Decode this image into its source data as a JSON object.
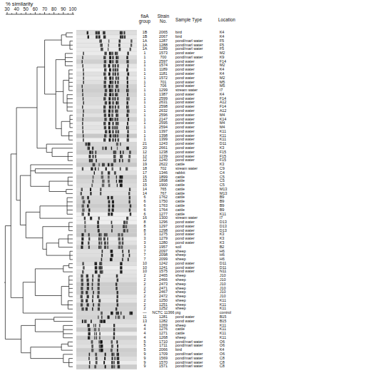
{
  "diagram": {
    "labels": [
      "% similarity",
      "30",
      "40",
      "50",
      "60",
      "70",
      "80",
      "90",
      "100",
      "flaA group",
      "Strain No.",
      "Sample Type",
      "Location",
      "1B",
      "2065",
      "bird",
      "K4",
      "1B",
      "2067",
      "bird",
      "K4",
      "1A",
      "1287",
      "pond/marl water",
      "F5",
      "1A",
      "1288",
      "pond/marl water",
      "F5",
      "1A",
      "1289",
      "pond/marl water",
      "F5",
      "1",
      "1573",
      "pond water",
      "M2",
      "1",
      "700",
      "pond/marl water",
      "K9",
      "1",
      "2597",
      "pond water",
      "F14",
      "1",
      "1574",
      "pond water",
      "M2",
      "1",
      "1189",
      "pond water",
      "K4",
      "1",
      "1181",
      "pond water",
      "K4",
      "1",
      "1572",
      "pond water",
      "M2",
      "1",
      "701",
      "pond water",
      "M5",
      "1",
      "706",
      "pond water",
      "M5",
      "1",
      "1299",
      "stream water",
      "I7",
      "1",
      "1387",
      "pond water",
      "K4",
      "1",
      "2599",
      "pond water",
      "F14",
      "1",
      "2631",
      "pond water",
      "A12",
      "1",
      "2598",
      "pond water",
      "F14",
      "1",
      "2632",
      "pond water",
      "A12",
      "1",
      "2596",
      "pond water",
      "M4",
      "1",
      "2147",
      "pond water",
      "K14",
      "1",
      "2595",
      "pond water",
      "M4",
      "1",
      "2594",
      "pond water",
      "M4",
      "1",
      "1397",
      "pond water",
      "K11",
      "1",
      "1398",
      "pond water",
      "K11",
      "1",
      "1399",
      "pond water",
      "K11",
      "21",
      "1243",
      "pond water",
      "D11",
      "20",
      "2661",
      "pond water",
      "K3",
      "12",
      "1238",
      "pond water",
      "F15",
      "12",
      "1239",
      "pond water",
      "F15",
      "12",
      "1240",
      "pond water",
      "F15",
      "19",
      "2622",
      "cattle",
      "K3",
      "18",
      "702",
      "stream water",
      "C9",
      "17",
      "1346",
      "rabbit",
      "C4",
      "15",
      "1899",
      "cattle",
      "C5",
      "15",
      "1898",
      "cattle",
      "C5",
      "15",
      "1900",
      "cattle",
      "C5",
      "14",
      "765",
      "cattle",
      "M13",
      "14",
      "767",
      "cattle",
      "M13",
      "6",
      "1762",
      "cattle",
      "B9",
      "6",
      "1750",
      "cattle",
      "B9",
      "6",
      "1763",
      "cattle",
      "B9",
      "6",
      "1764",
      "cattle",
      "B9",
      "6",
      "1277",
      "cattle",
      "K11",
      "16",
      "1300",
      "stream water",
      "I7",
      "8",
      "1296",
      "pond water",
      "D13",
      "8",
      "1297",
      "pond water",
      "D13",
      "8",
      "1298",
      "pond water",
      "D13",
      "3",
      "1275",
      "pond water",
      "K3",
      "3",
      "1279",
      "pond water",
      "K3",
      "3",
      "1280",
      "pond water",
      "K3",
      "3",
      "1957",
      "soil",
      "B2",
      "7",
      "2097",
      "sheep",
      "H6",
      "7",
      "2098",
      "sheep",
      "H6",
      "7",
      "2099",
      "sheep",
      "H6",
      "10",
      "1242",
      "pond water",
      "D11",
      "10",
      "1241",
      "pond water",
      "D11",
      "10",
      "1575",
      "pond water",
      "N11",
      "2",
      "2465",
      "sheep",
      "J10",
      "2",
      "2466",
      "sheep",
      "J10",
      "2",
      "2473",
      "sheep",
      "J10",
      "2",
      "2471",
      "sheep",
      "J10",
      "2",
      "2467",
      "sheep",
      "J10",
      "2",
      "2472",
      "sheep",
      "J10",
      "2",
      "1250",
      "sheep",
      "K11",
      "2",
      "1251",
      "sheep",
      "K11",
      "2",
      "1252",
      "sheep",
      "K11",
      "—",
      "NCTC 11366",
      "pig",
      "control",
      "11",
      "1281",
      "pond water",
      "B15",
      "13",
      "1282",
      "pond water",
      "B15",
      "4",
      "1269",
      "sheep",
      "K11",
      "4",
      "1276",
      "cattle",
      "K11",
      "4",
      "1271",
      "cattle",
      "K11",
      "4",
      "1268",
      "sheep",
      "K11",
      "5",
      "1710",
      "pond/marl water",
      "O6",
      "5",
      "1711",
      "pond/marl water",
      "O6",
      "5",
      "2066",
      "bird",
      "K4",
      "9",
      "1709",
      "pond/marl water",
      "O6",
      "9",
      "1569",
      "pond/marl water",
      "C8",
      "9",
      "1570",
      "pond/marl water",
      "C8",
      "9",
      "1571",
      "pond/marl water",
      "C8"
    ]
  }
}
